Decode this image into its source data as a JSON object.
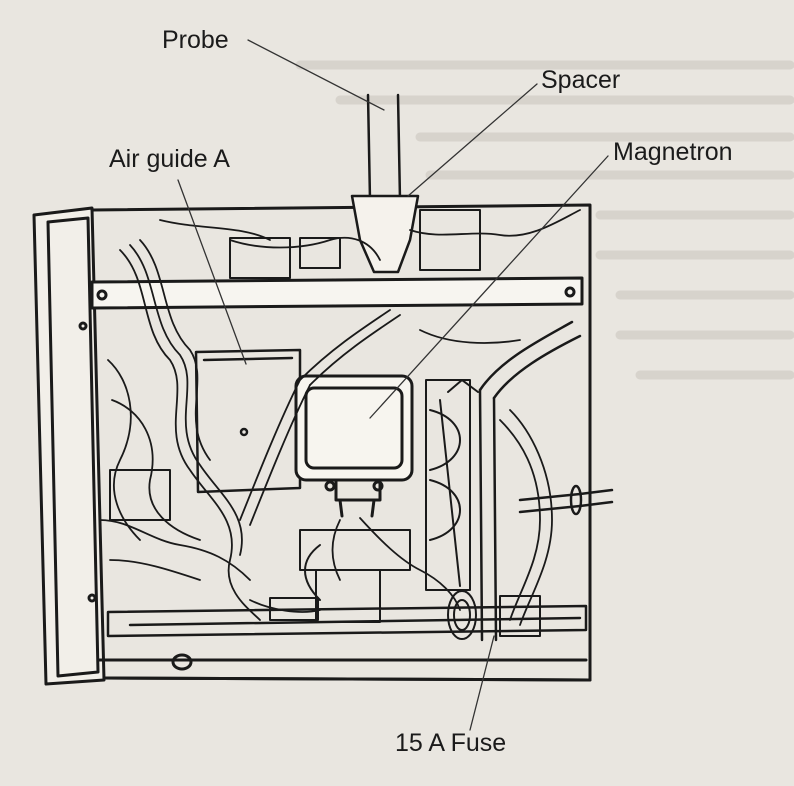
{
  "labels": {
    "probe": "Probe",
    "spacer": "Spacer",
    "air_guide_a": "Air guide A",
    "magnetron": "Magnetron",
    "fuse": "15 A Fuse"
  }
}
